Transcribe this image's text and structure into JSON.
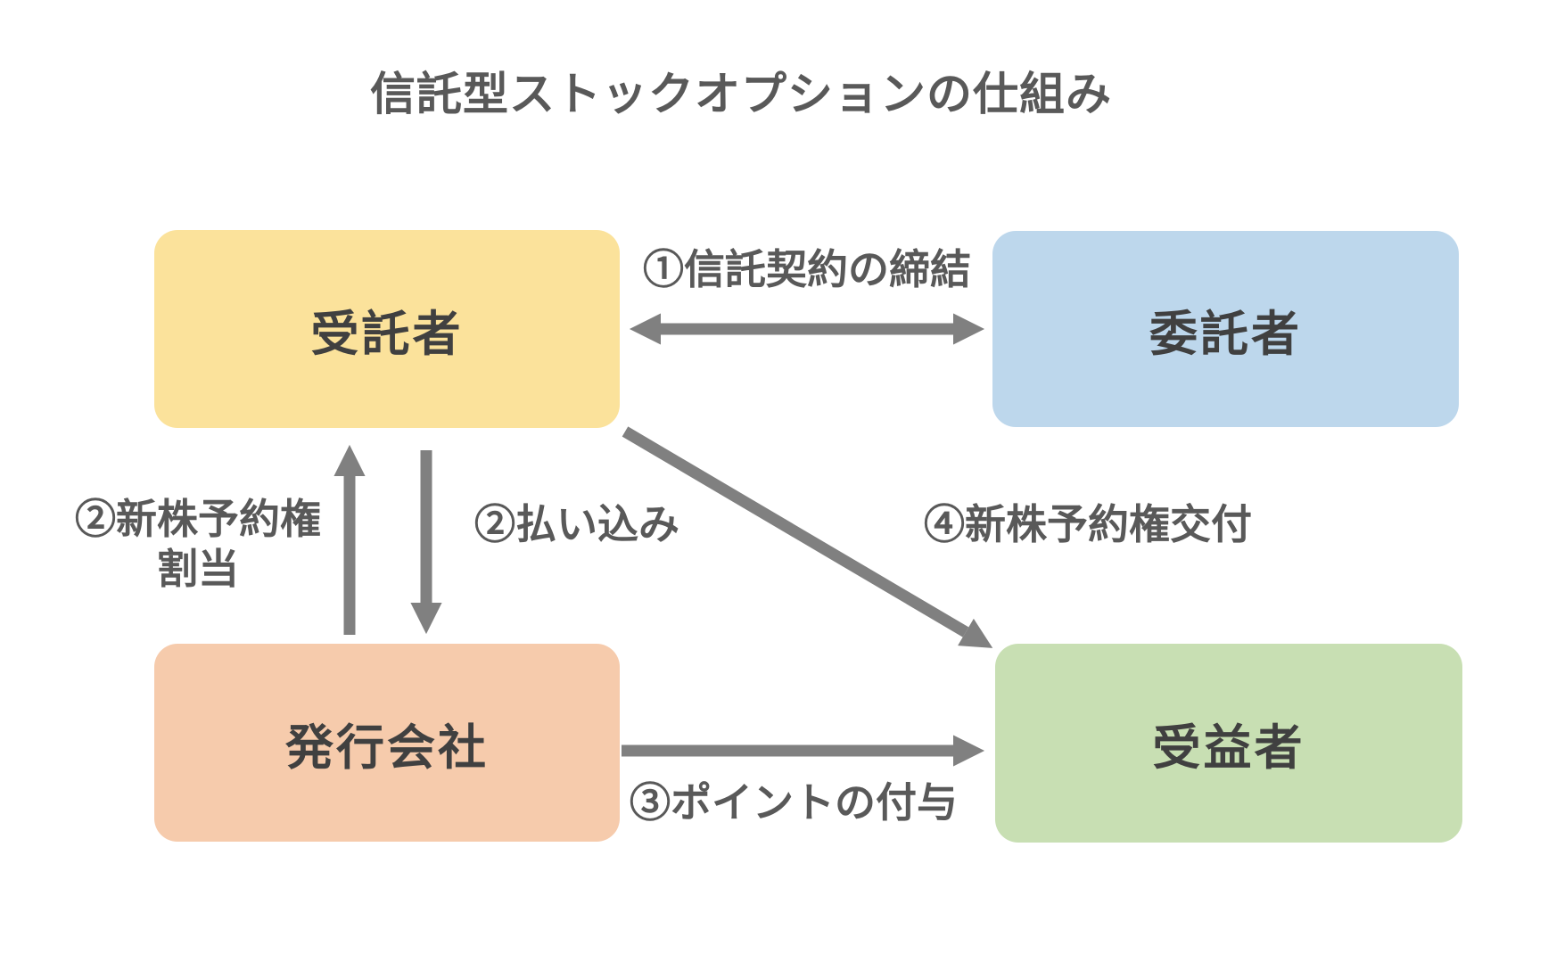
{
  "title": "信託型ストックオプションの仕組み",
  "nodes": {
    "trustee": {
      "label": "受託者",
      "fill": "#FBE29B"
    },
    "settlor": {
      "label": "委託者",
      "fill": "#BDD7EC"
    },
    "issuer": {
      "label": "発行会社",
      "fill": "#F6CBAC"
    },
    "beneficiary": {
      "label": "受益者",
      "fill": "#C8DFB3"
    }
  },
  "edges": {
    "trust_contract": {
      "label": "①信託契約の締結",
      "from": "trustee",
      "to": "settlor",
      "direction": "bidirectional"
    },
    "warrant_allotment": {
      "label_line1": "②新株予約権",
      "label_line2": "割当",
      "from": "issuer",
      "to": "trustee",
      "direction": "up"
    },
    "payment": {
      "label": "②払い込み",
      "from": "trustee",
      "to": "issuer",
      "direction": "down"
    },
    "point_grant": {
      "label": "③ポイントの付与",
      "from": "issuer",
      "to": "beneficiary",
      "direction": "right"
    },
    "warrant_delivery": {
      "label": "④新株予約権交付",
      "from": "trustee",
      "to": "beneficiary",
      "direction": "diagonal-down-right"
    }
  },
  "colors": {
    "background": "#FFFFFF",
    "arrow": "#808080",
    "title_text": "#595959",
    "node_text": "#404040",
    "edge_label_text": "#595959"
  }
}
